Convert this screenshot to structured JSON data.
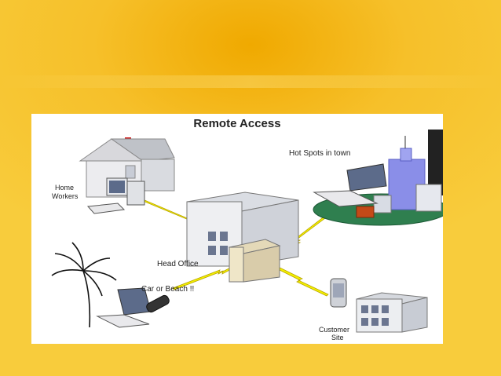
{
  "diagram": {
    "title": "Remote Access",
    "labels": {
      "home_workers_line1": "Home",
      "home_workers_line2": "Workers",
      "hot_spots": "Hot Spots in town",
      "head_office": "Head Office",
      "car_or_beach": "Car or Beach !!",
      "customer_line1": "Customer",
      "customer_line2": "Site"
    },
    "colors": {
      "background": "#f6c02a",
      "link": "#f2f000",
      "building": "#e6e9ee",
      "town_ground": "#2f7f4f",
      "tower_blue": "#8a8ee8"
    }
  }
}
